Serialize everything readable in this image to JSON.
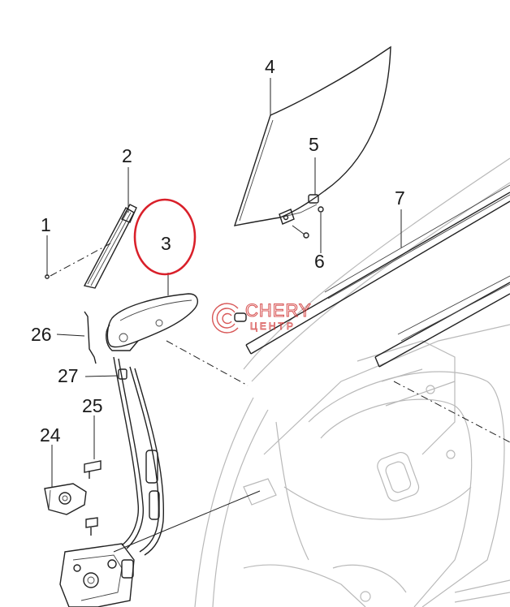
{
  "callouts": [
    {
      "id": "1",
      "label": "1"
    },
    {
      "id": "2",
      "label": "2"
    },
    {
      "id": "3",
      "label": "3"
    },
    {
      "id": "4",
      "label": "4"
    },
    {
      "id": "5",
      "label": "5"
    },
    {
      "id": "6",
      "label": "6"
    },
    {
      "id": "7",
      "label": "7"
    },
    {
      "id": "24",
      "label": "24"
    },
    {
      "id": "25",
      "label": "25"
    },
    {
      "id": "26",
      "label": "26"
    },
    {
      "id": "27",
      "label": "27"
    }
  ],
  "highlight": {
    "target": "3",
    "color": "#d9202a"
  },
  "watermark": {
    "brand": "CHERY",
    "sub": "ЦЕНТР",
    "color": "#d23a3a"
  }
}
